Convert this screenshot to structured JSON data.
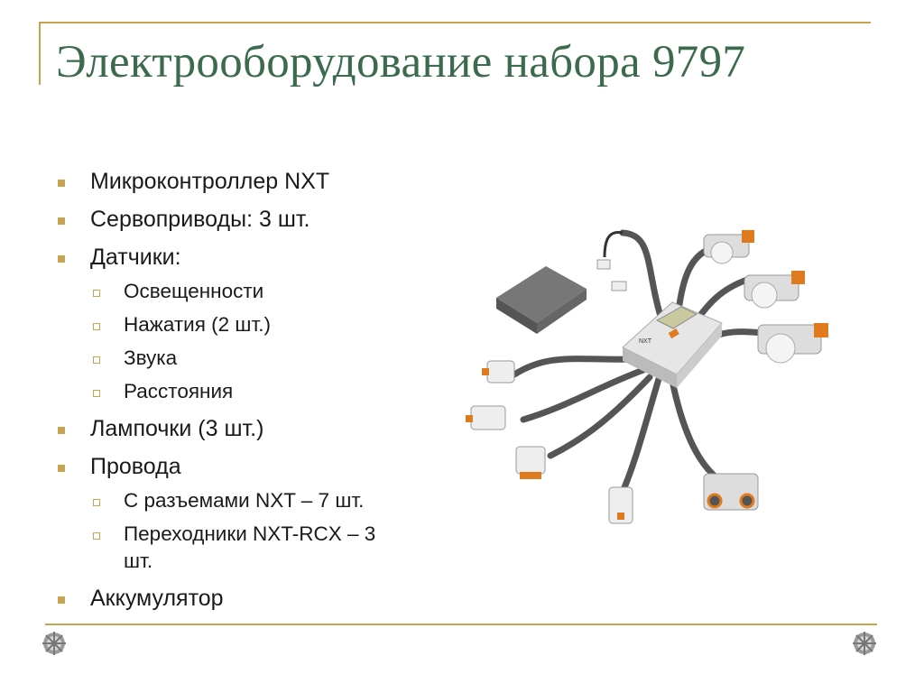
{
  "slide": {
    "title": "Электрооборудование набора 9797",
    "items": [
      {
        "text": "Микроконтроллер NXT"
      },
      {
        "text": "Сервоприводы: 3 шт."
      },
      {
        "text": "Датчики:"
      },
      {
        "text": "Освещенности"
      },
      {
        "text": "Нажатия (2 шт.)"
      },
      {
        "text": "Звука"
      },
      {
        "text": "Расстояния"
      },
      {
        "text": "Лампочки (3 шт.)"
      },
      {
        "text": "Провода"
      },
      {
        "text": "С разъемами NXT – 7 шт."
      },
      {
        "text": "Переходники NXT-RCX – 3"
      },
      {
        "text": "шт."
      },
      {
        "text": "Аккумулятор"
      }
    ],
    "nxt_screen_label": "NXT"
  },
  "colors": {
    "accent": "#c8a450",
    "title": "#3b6b4c",
    "text": "#1a1a1a",
    "orange": "#e07a1f"
  },
  "icons": {
    "gear_left": "gear-icon",
    "gear_right": "gear-icon"
  }
}
